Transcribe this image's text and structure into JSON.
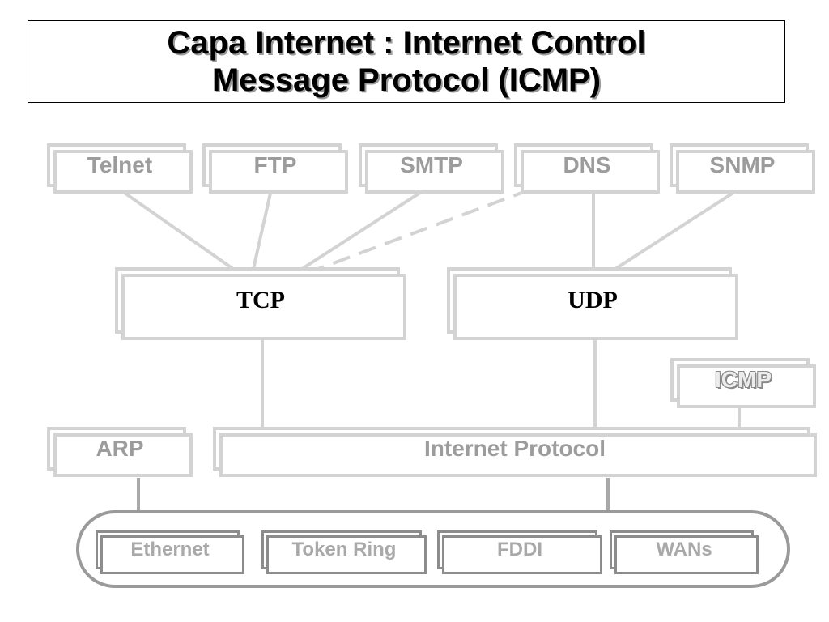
{
  "title": {
    "line1": "Capa Internet : Internet Control",
    "line2": "Message Protocol (ICMP)"
  },
  "application_layer": {
    "telnet": "Telnet",
    "ftp": "FTP",
    "smtp": "SMTP",
    "dns": "DNS",
    "snmp": "SNMP"
  },
  "transport_layer": {
    "tcp": "TCP",
    "udp": "UDP"
  },
  "internet_layer": {
    "icmp": "ICMP",
    "arp": "ARP",
    "ip": "Internet Protocol"
  },
  "network_layer": {
    "ethernet": "Ethernet",
    "token_ring": "Token Ring",
    "fddi": "FDDI",
    "wans": "WANs"
  },
  "colors": {
    "connector": "#d3d3d3",
    "network_connector": "#a8a8a8",
    "box_border": "#d3d3d3",
    "label_gray": "#9c9c9c",
    "title_text": "#000000"
  }
}
